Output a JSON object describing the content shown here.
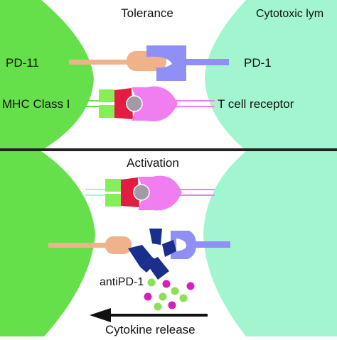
{
  "panels": {
    "top": {
      "title": "Tolerance",
      "right_cell_label": "Cytotoxic lym",
      "labels": {
        "ligand": "PD-11",
        "receptor": "PD-1",
        "mhc": "MHC Class I",
        "tcr": "T cell receptor"
      }
    },
    "bottom": {
      "title": "Activation",
      "antibody_label": "antiPD-1",
      "arrow_label": "Cytokine release"
    }
  },
  "colors": {
    "left_cell": "#66e04a",
    "right_cell": "#a3f5cf",
    "pd_l1": "#f0b28a",
    "pd_1": "#8f8ff5",
    "mhc_green": "#86ee58",
    "mhc_red": "#e21c43",
    "tcr_magenta": "#f07ef0",
    "peptide": "#a29aa6",
    "antibody": "#1a2e8c",
    "cytokine_green": "#8ce055",
    "cytokine_magenta": "#d81fb8"
  }
}
